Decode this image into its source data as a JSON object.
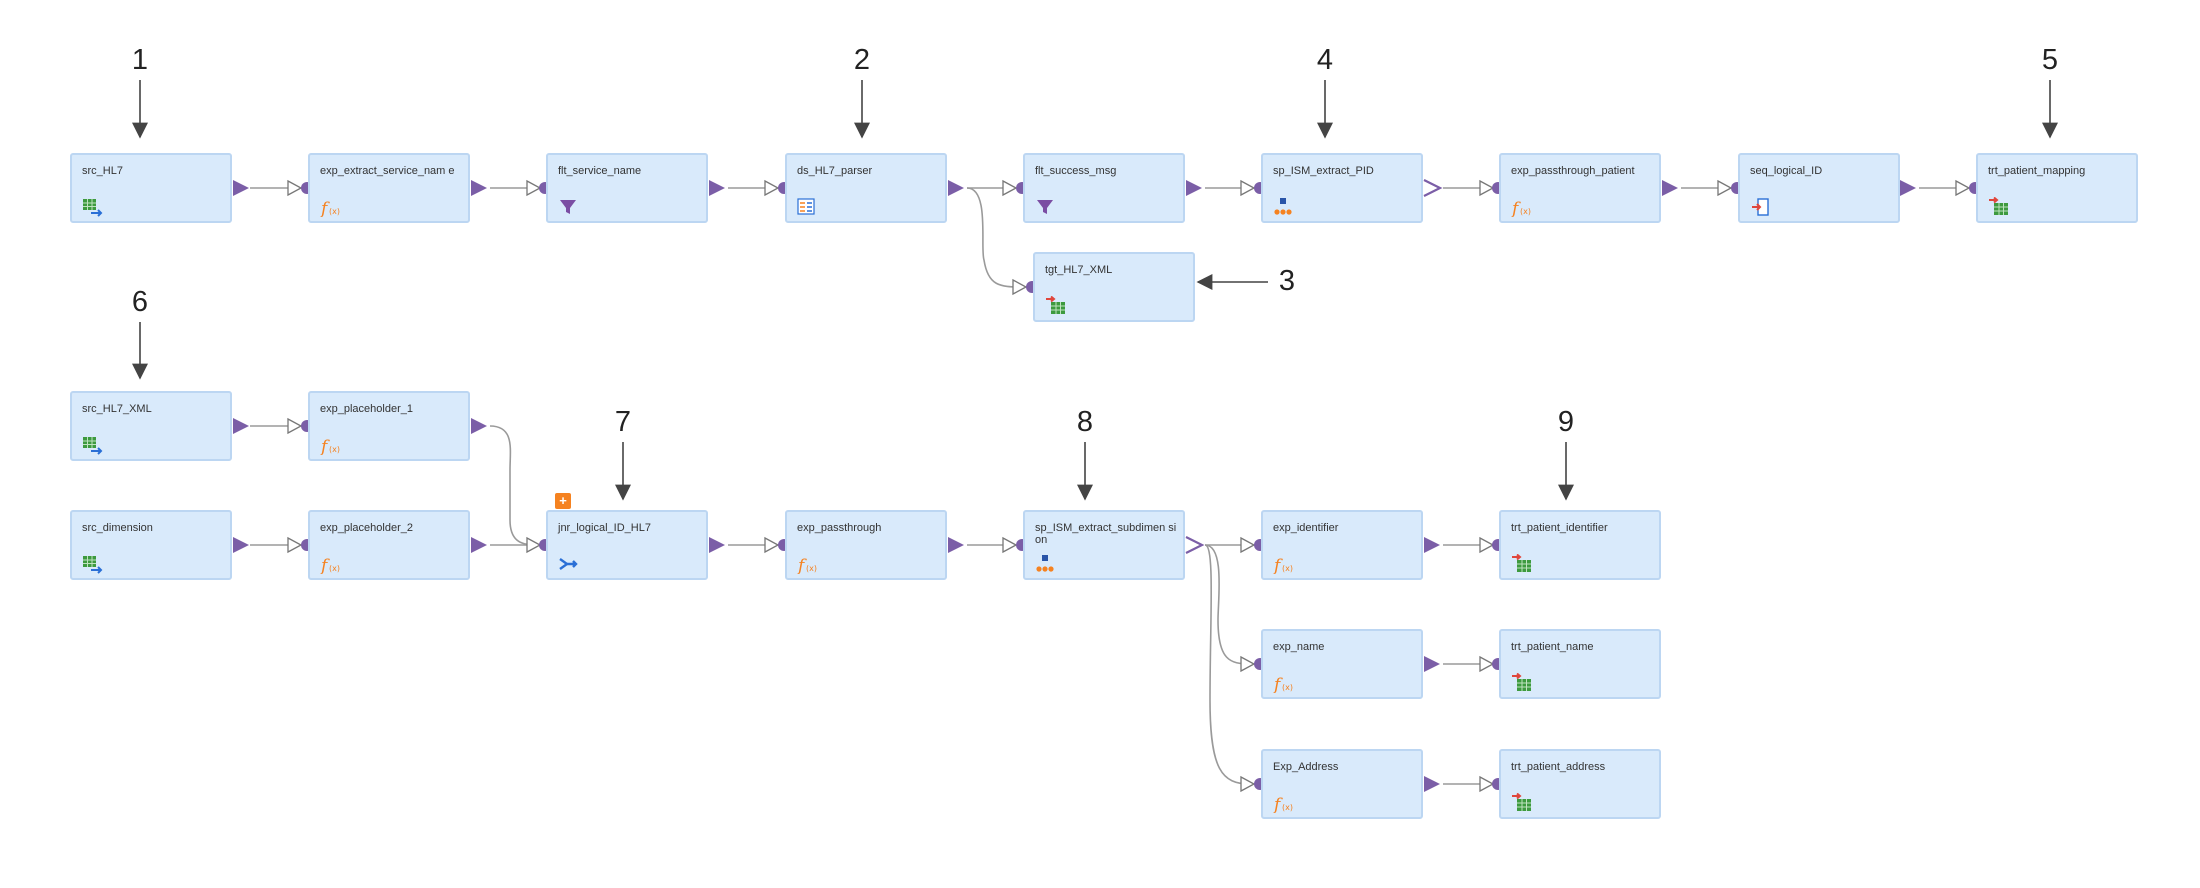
{
  "nodes": {
    "src_hl7": "src_HL7",
    "exp_extract_service_name": "exp_extract_service_nam e",
    "flt_service_name": "flt_service_name",
    "ds_hl7_parser": "ds_HL7_parser",
    "flt_success_msg": "flt_success_msg",
    "sp_ism_extract_pid": "sp_ISM_extract_PID",
    "exp_passthrough_patient": "exp_passthrough_patient",
    "seq_logical_id": "seq_logical_ID",
    "trt_patient_mapping": "trt_patient_mapping",
    "tgt_hl7_xml": "tgt_HL7_XML",
    "src_hl7_xml": "src_HL7_XML",
    "exp_placeholder_1": "exp_placeholder_1",
    "src_dimension": "src_dimension",
    "exp_placeholder_2": "exp_placeholder_2",
    "jnr_logical_id_hl7": "jnr_logical_ID_HL7",
    "exp_passthrough": "exp_passthrough",
    "sp_ism_extract_subdimension": "sp_ISM_extract_subdimen sion",
    "exp_identifier": "exp_identifier",
    "trt_patient_identifier": "trt_patient_identifier",
    "exp_name": "exp_name",
    "trt_patient_name": "trt_patient_name",
    "exp_address": "Exp_Address",
    "trt_patient_address": "trt_patient_address"
  },
  "markers": {
    "m1": "1",
    "m2": "2",
    "m3": "3",
    "m4": "4",
    "m5": "5",
    "m6": "6",
    "m7": "7",
    "m8": "8",
    "m9": "9"
  },
  "colors": {
    "node_fill": "#d9eafb",
    "node_border": "#bcd6f2",
    "port": "#7b5ea7",
    "link": "#9a9a9a",
    "accent_orange": "#f58220"
  }
}
